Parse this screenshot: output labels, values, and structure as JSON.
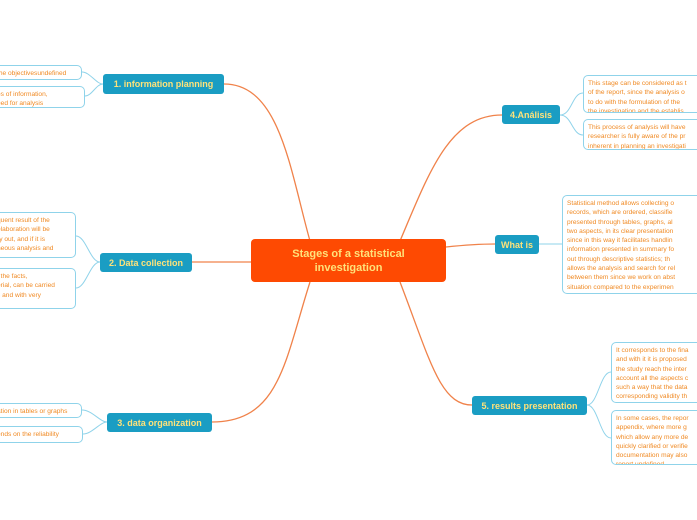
{
  "central": "Stages of a statistical investigation",
  "branches": {
    "planning": {
      "label": "1. information planning",
      "notes": [
        "the objectivesundefined",
        "es of information,\need for analysis"
      ]
    },
    "collection": {
      "label": "2. Data collection",
      "notes": [
        "quent result of the\nelaboration will be\nry out, and if it is\nneous analysis and",
        "f the facts,\nerial, can be carried\ns and with very"
      ]
    },
    "organization": {
      "label": "3. data organization",
      "notes": [
        "ation in tables or graphs",
        "ends on the reliability"
      ]
    },
    "analysis": {
      "label": "4.Análisis",
      "notes": [
        "This stage can be considered as t\nof the report, since the analysis o\nto do with the formulation of the\nthe investigation and the establis",
        "This process of analysis will have\nresearcher is fully aware of the pr\ninherent in planning an investigati"
      ]
    },
    "whatis": {
      "label": "What is",
      "notes": [
        "Statistical method allows collecting o\nrecords, which are ordered, classifie\npresented through tables, graphs, al\ntwo aspects, in its clear presentation\nsince in this way it facilitates handlin\ninformation presented in summary fo\nout through descriptive statistics; th\nallows the analysis and search for rel\nbetween them since we work on abst\nsituation compared to the experimen\nphysical realities."
      ]
    },
    "results": {
      "label": "5. results presentation",
      "notes": [
        "It corresponds to the fina\nand with it it is proposed\nthe study reach the inter\naccount all the aspects c\nsuch a way that the data\ncorresponding validity th\ndeserve.undefined",
        "In some cases, the repor\nappendix, where more g\nwhich allow any more de\nquickly clarified or verifie\ndocumentation may also\nreport.undefined"
      ]
    }
  },
  "colors": {
    "central": "#fe4a02",
    "main": "#1a9dc3",
    "connector": "#f0824a",
    "note_border": "#8fd3ea",
    "note_text": "#f08a24",
    "title_text": "#ffe27a"
  }
}
